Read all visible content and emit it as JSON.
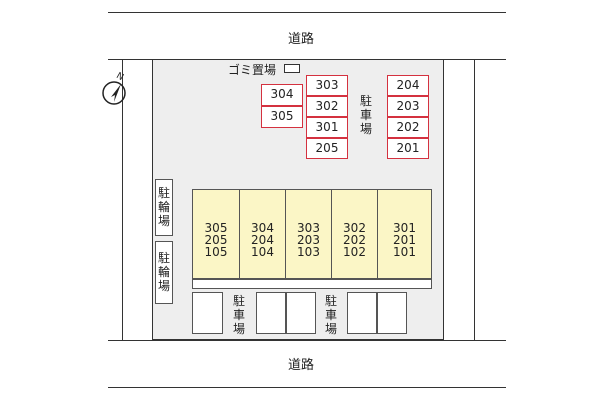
{
  "road_top": "道路",
  "road_bottom": "道路",
  "compass_label": "N",
  "garbage_label": "ゴミ置場",
  "parking_label_chars": [
    "駐",
    "車",
    "場"
  ],
  "bicycle_label_chars": [
    "駐",
    "輪",
    "場"
  ],
  "stalls_left": [
    "304",
    "305"
  ],
  "stalls_mid": [
    "303",
    "302",
    "301",
    "205"
  ],
  "stalls_right": [
    "204",
    "203",
    "202",
    "201"
  ],
  "building_units": [
    [
      "305",
      "205",
      "105"
    ],
    [
      "304",
      "204",
      "104"
    ],
    [
      "303",
      "203",
      "103"
    ],
    [
      "302",
      "202",
      "102"
    ],
    [
      "301",
      "201",
      "101"
    ]
  ],
  "colors": {
    "stall_border": "#d4313f",
    "building_fill": "#fbf6c6",
    "lot_fill": "#eeeeee"
  }
}
